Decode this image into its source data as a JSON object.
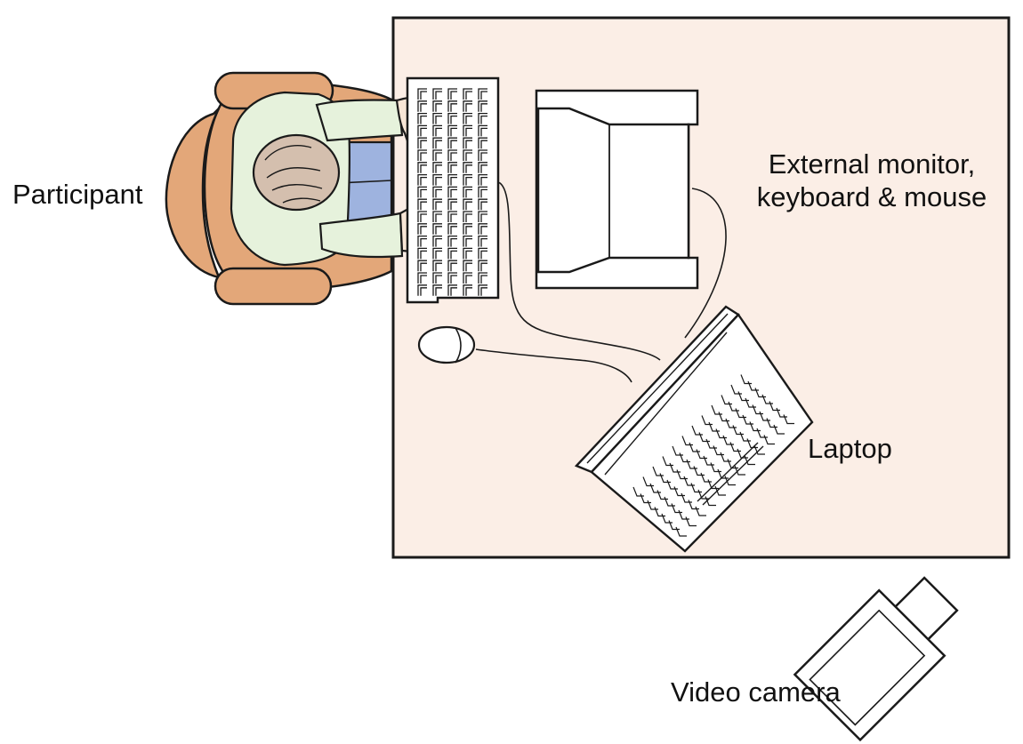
{
  "labels": {
    "participant": "Participant",
    "external_line1": "External monitor,",
    "external_line2": "keyboard & mouse",
    "laptop": "Laptop",
    "video_camera": "Video camera"
  },
  "colors": {
    "desk": "#fbeee6",
    "chair": "#e3a779",
    "shirt": "#e6f2dc",
    "hair": "#d4bfae",
    "legs": "#9eb3df",
    "skin": "#f8e6d6",
    "line": "#1a1a1a"
  }
}
